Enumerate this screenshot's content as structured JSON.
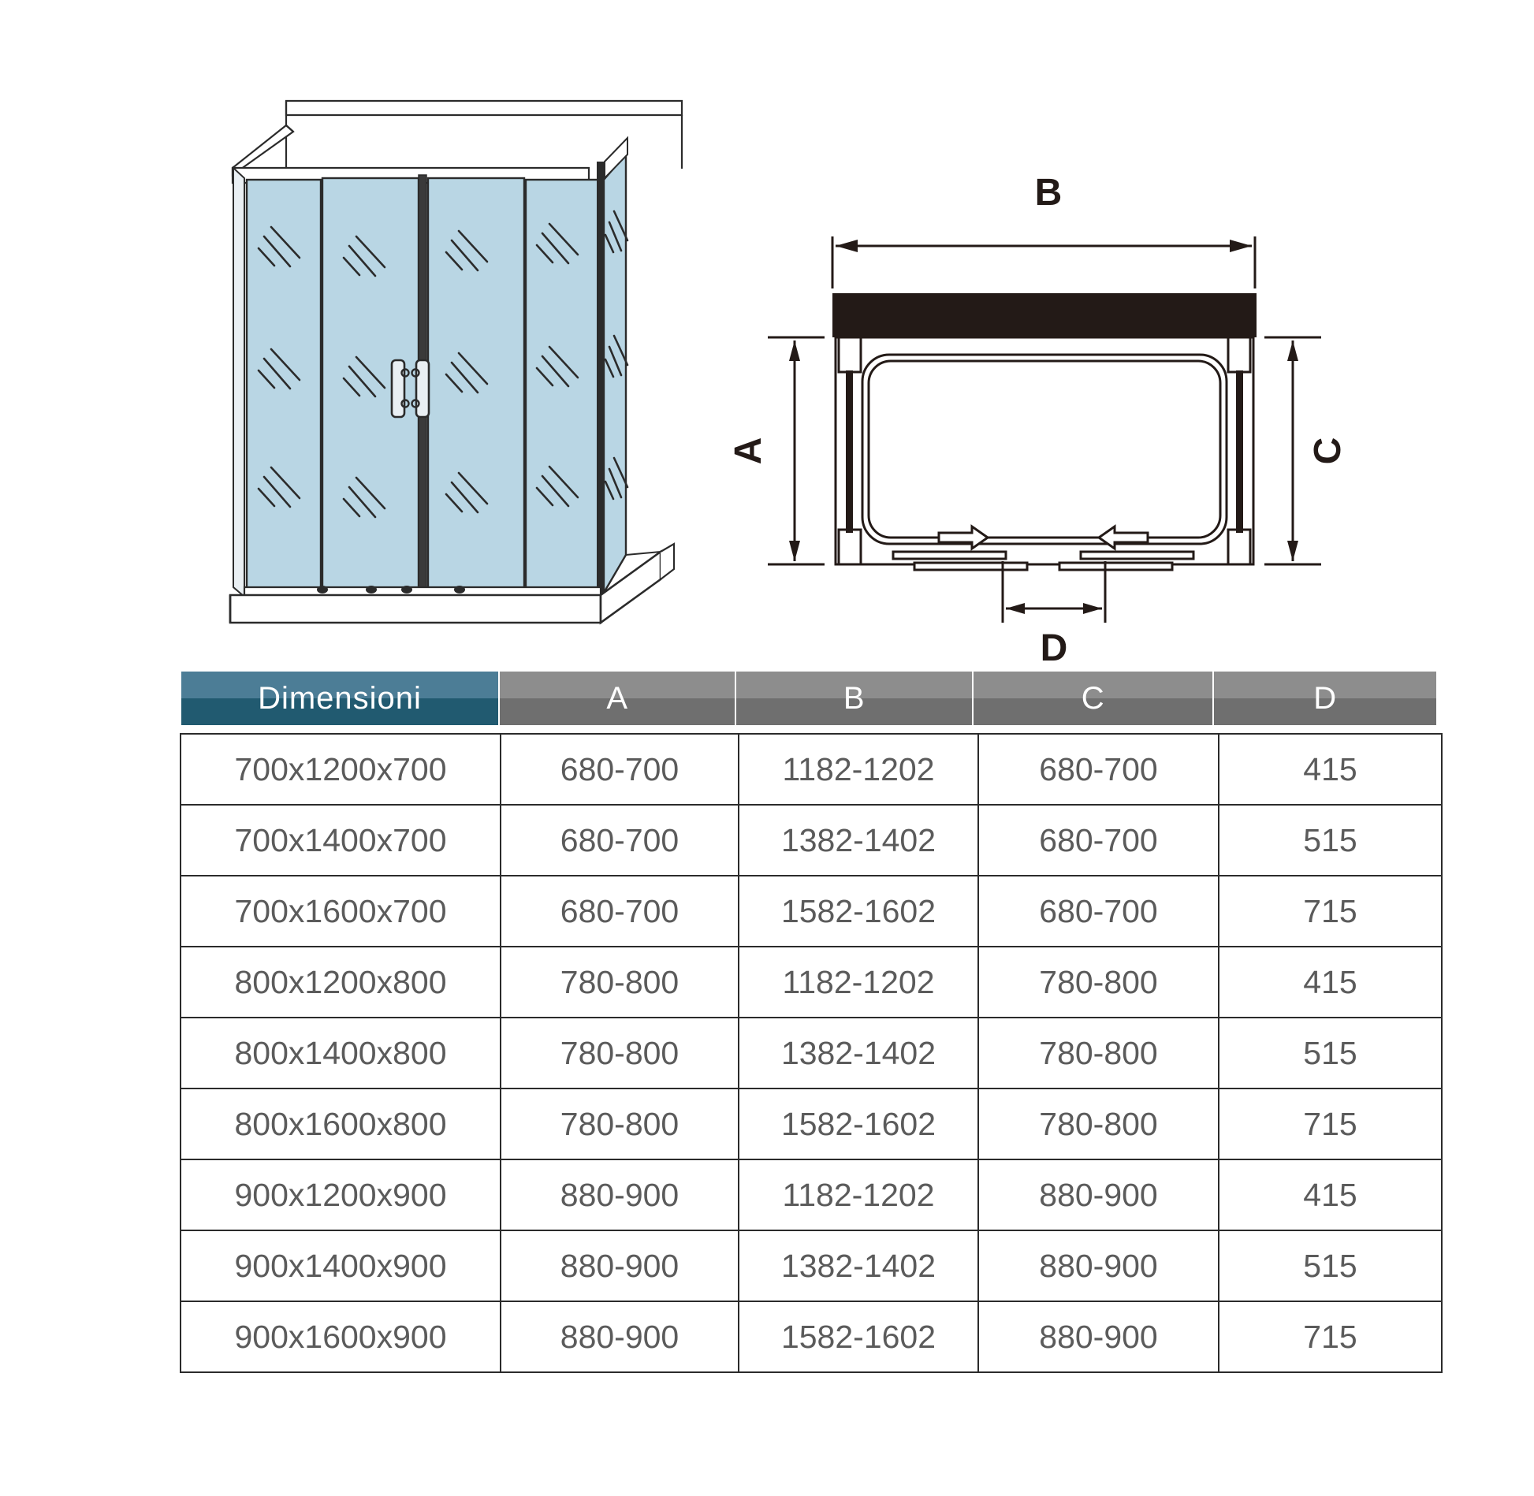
{
  "diagram": {
    "title": "Shower enclosure sliding door dimension drawing",
    "perspective_view": {
      "name": "3d-perspective-view",
      "description": "Rectangular shower enclosure with two sliding glass doors and side panels on a shower tray",
      "glass_color": "#b9d6e4",
      "frame_color": "#2b2b2b",
      "panel_count": 4,
      "handle_count": 2
    },
    "top_view": {
      "name": "top-plan-view",
      "wall_color": "#231a17",
      "labels": {
        "A": "A",
        "B": "B",
        "C": "C",
        "D": "D"
      },
      "arrow_directions": [
        "right",
        "left"
      ]
    }
  },
  "table": {
    "header": {
      "dimensioni": "Dimensioni",
      "a": "A",
      "b": "B",
      "c": "C",
      "d": "D"
    },
    "rows": [
      {
        "dim": "700x1200x700",
        "a": "680-700",
        "b": "1182-1202",
        "c": "680-700",
        "d": "415"
      },
      {
        "dim": "700x1400x700",
        "a": "680-700",
        "b": "1382-1402",
        "c": "680-700",
        "d": "515"
      },
      {
        "dim": "700x1600x700",
        "a": "680-700",
        "b": "1582-1602",
        "c": "680-700",
        "d": "715"
      },
      {
        "dim": "800x1200x800",
        "a": "780-800",
        "b": "1182-1202",
        "c": "780-800",
        "d": "415"
      },
      {
        "dim": "800x1400x800",
        "a": "780-800",
        "b": "1382-1402",
        "c": "780-800",
        "d": "515"
      },
      {
        "dim": "800x1600x800",
        "a": "780-800",
        "b": "1582-1602",
        "c": "780-800",
        "d": "715"
      },
      {
        "dim": "900x1200x900",
        "a": "880-900",
        "b": "1182-1202",
        "c": "880-900",
        "d": "415"
      },
      {
        "dim": "900x1400x900",
        "a": "880-900",
        "b": "1382-1402",
        "c": "880-900",
        "d": "515"
      },
      {
        "dim": "900x1600x900",
        "a": "880-900",
        "b": "1582-1602",
        "c": "880-900",
        "d": "715"
      }
    ]
  },
  "colors": {
    "header_blue_top": "#4c7d96",
    "header_blue_bottom": "#215a70",
    "header_gray_top": "#8d8d8d",
    "header_gray_bottom": "#6f6f6f",
    "glass": "#b9d6e4",
    "line": "#2b2b2b",
    "text": "#5b5b5b"
  }
}
